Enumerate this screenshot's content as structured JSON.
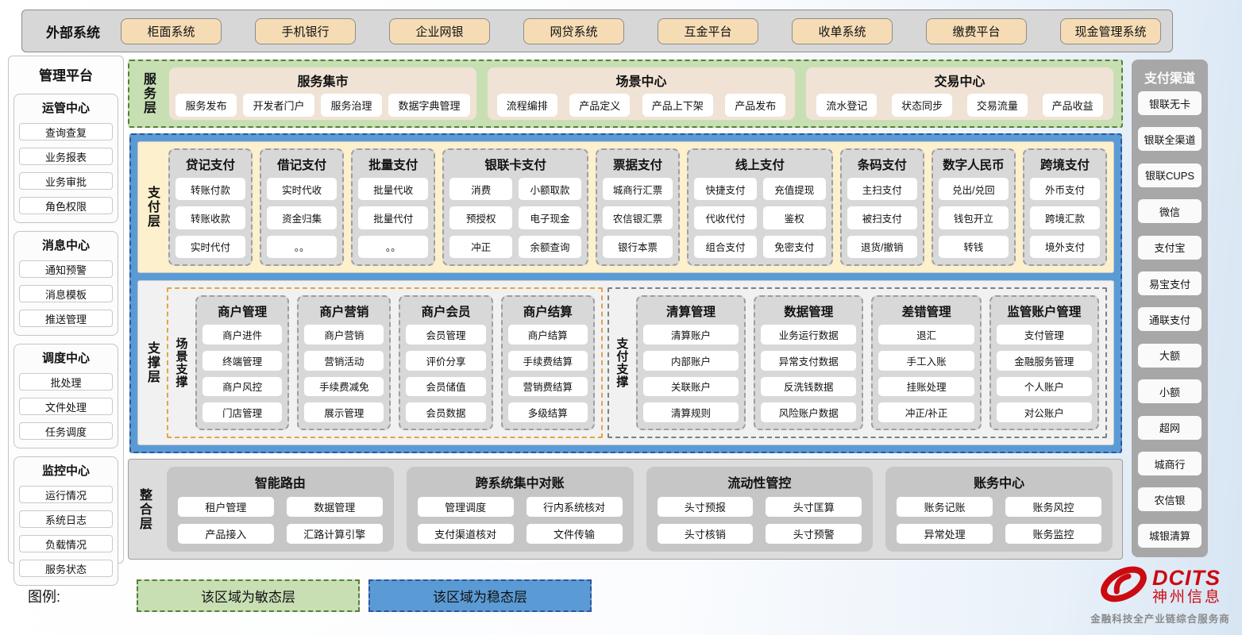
{
  "external_systems": {
    "label": "外部系统",
    "items": [
      "柜面系统",
      "手机银行",
      "企业网银",
      "网贷系统",
      "互金平台",
      "收单系统",
      "缴费平台",
      "现金管理系统"
    ]
  },
  "management_platform": {
    "title": "管理平台",
    "sections": [
      {
        "title": "运管中心",
        "items": [
          "查询查复",
          "业务报表",
          "业务审批",
          "角色权限"
        ]
      },
      {
        "title": "消息中心",
        "items": [
          "通知预警",
          "消息模板",
          "推送管理"
        ]
      },
      {
        "title": "调度中心",
        "items": [
          "批处理",
          "文件处理",
          "任务调度"
        ]
      },
      {
        "title": "监控中心",
        "items": [
          "运行情况",
          "系统日志",
          "负载情况",
          "服务状态"
        ]
      }
    ]
  },
  "service_layer": {
    "label": "服务层",
    "groups": [
      {
        "title": "服务集市",
        "items": [
          "服务发布",
          "开发者门户",
          "服务治理",
          "数据字典管理"
        ]
      },
      {
        "title": "场景中心",
        "items": [
          "流程编排",
          "产品定义",
          "产品上下架",
          "产品发布"
        ]
      },
      {
        "title": "交易中心",
        "items": [
          "流水登记",
          "状态同步",
          "交易流量",
          "产品收益"
        ]
      }
    ]
  },
  "payment_layer": {
    "label": "支付层",
    "groups": [
      {
        "title": "贷记支付",
        "cols": 1,
        "items": [
          "转账付款",
          "转账收款",
          "实时代付"
        ]
      },
      {
        "title": "借记支付",
        "cols": 1,
        "items": [
          "实时代收",
          "资金归集",
          "。。"
        ]
      },
      {
        "title": "批量支付",
        "cols": 1,
        "items": [
          "批量代收",
          "批量代付",
          "。。"
        ]
      },
      {
        "title": "银联卡支付",
        "cols": 2,
        "items": [
          "消费",
          "小额取款",
          "预授权",
          "电子现金",
          "冲正",
          "余额查询"
        ]
      },
      {
        "title": "票据支付",
        "cols": 1,
        "items": [
          "城商行汇票",
          "农信银汇票",
          "银行本票"
        ]
      },
      {
        "title": "线上支付",
        "cols": 2,
        "items": [
          "快捷支付",
          "充值提现",
          "代收代付",
          "鉴权",
          "组合支付",
          "免密支付"
        ]
      },
      {
        "title": "条码支付",
        "cols": 1,
        "items": [
          "主扫支付",
          "被扫支付",
          "退货/撤销"
        ]
      },
      {
        "title": "数字人民币",
        "cols": 1,
        "items": [
          "兑出/兑回",
          "钱包开立",
          "转钱"
        ]
      },
      {
        "title": "跨境支付",
        "cols": 1,
        "items": [
          "外币支付",
          "跨境汇款",
          "境外支付"
        ]
      }
    ]
  },
  "support_layer": {
    "label": "支撑层",
    "sections": [
      {
        "label": "场景支撑",
        "accent": "#e8a33d",
        "flex": 0.93,
        "groups": [
          {
            "title": "商户管理",
            "items": [
              "商户进件",
              "终端管理",
              "商户风控",
              "门店管理"
            ]
          },
          {
            "title": "商户营销",
            "items": [
              "商户营销",
              "营销活动",
              "手续费减免",
              "展示管理"
            ]
          },
          {
            "title": "商户会员",
            "items": [
              "会员管理",
              "评价分享",
              "会员储值",
              "会员数据"
            ]
          },
          {
            "title": "商户结算",
            "items": [
              "商户结算",
              "手续费结算",
              "营销费结算",
              "多级结算"
            ]
          }
        ]
      },
      {
        "label": "支付支撑",
        "accent": "#7f7f7f",
        "flex": 1.07,
        "groups": [
          {
            "title": "清算管理",
            "items": [
              "清算账户",
              "内部账户",
              "关联账户",
              "清算规则"
            ]
          },
          {
            "title": "数据管理",
            "items": [
              "业务运行数据",
              "异常支付数据",
              "反洗钱数据",
              "风险账户数据"
            ]
          },
          {
            "title": "差错管理",
            "items": [
              "退汇",
              "手工入账",
              "挂账处理",
              "冲正/补正"
            ]
          },
          {
            "title": "监管账户管理",
            "items": [
              "支付管理",
              "金融服务管理",
              "个人账户",
              "对公账户"
            ]
          }
        ]
      }
    ]
  },
  "integration_layer": {
    "label": "整合层",
    "groups": [
      {
        "title": "智能路由",
        "items": [
          "租户管理",
          "数据管理",
          "产品接入",
          "汇路计算引擎"
        ]
      },
      {
        "title": "跨系统集中对账",
        "items": [
          "管理调度",
          "行内系统核对",
          "支付渠道核对",
          "文件传输"
        ]
      },
      {
        "title": "流动性管控",
        "items": [
          "头寸预报",
          "头寸匡算",
          "头寸核销",
          "头寸预警"
        ]
      },
      {
        "title": "账务中心",
        "items": [
          "账务记账",
          "账务风控",
          "异常处理",
          "账务监控"
        ]
      }
    ]
  },
  "payment_channels": {
    "title": "支付渠道",
    "items": [
      "银联无卡",
      "银联全渠道",
      "银联CUPS",
      "微信",
      "支付宝",
      "易宝支付",
      "通联支付",
      "大额",
      "小额",
      "超网",
      "城商行",
      "农信银",
      "城银清算"
    ]
  },
  "legend": {
    "label": "图例:",
    "agile": "该区域为敏态层",
    "stable": "该区域为稳态层"
  },
  "logo": {
    "icon": "dcits-swirl-icon",
    "name": "DCITS",
    "cn": "神州信息",
    "tagline": "金融科技全产业链综合服务商"
  },
  "colors": {
    "agile_green": "#c8dfb4",
    "agile_green_border": "#538135",
    "stable_blue": "#5b9bd5",
    "stable_blue_border": "#2f5597",
    "panel_cream": "#fcf0cd",
    "panel_beige": "#f0e3d5",
    "group_gray": "#d8d8d8",
    "band_gray": "#dcdcdc",
    "sidebar_gray": "#a7a7a7",
    "tan_button": "#f6dcb5",
    "scene_accent_orange": "#e8a33d",
    "logo_red": "#cc0a11"
  }
}
